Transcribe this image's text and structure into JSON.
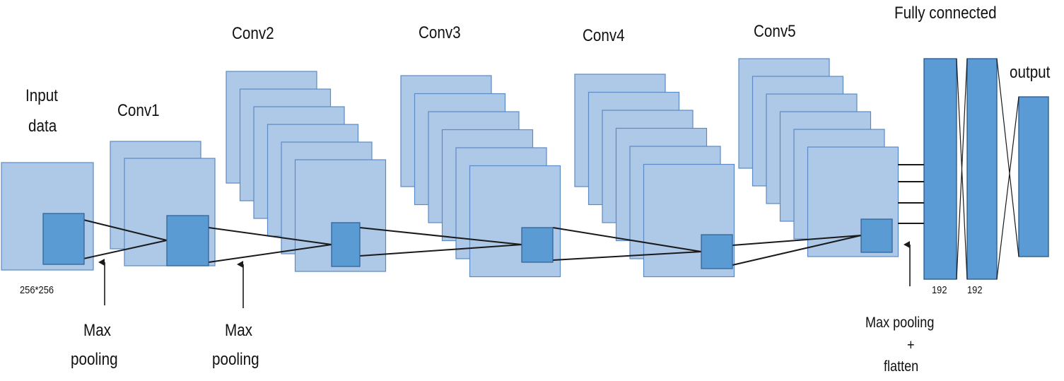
{
  "colors": {
    "map_fill": "#aec8e8",
    "map_stroke": "#5b8ac4",
    "kernel_fill": "#5a9bd4",
    "kernel_stroke": "#2f5f8f",
    "dense_fill": "#5b9bd5",
    "line": "#1a1a1a"
  },
  "labels": {
    "input_line1": "Input",
    "input_line2": "data",
    "input_size": "256*256",
    "conv1": "Conv1",
    "conv2": "Conv2",
    "conv3": "Conv3",
    "conv4": "Conv4",
    "conv5": "Conv5",
    "fully_connected": "Fully connected",
    "output": "output",
    "pool1_line1": "Max",
    "pool1_line2": "pooling",
    "pool2_line1": "Max",
    "pool2_line2": "pooling",
    "pool3_line1": "Max pooling",
    "pool3_line2": "+",
    "pool3_line3": "flatten",
    "fc1_units": "192",
    "fc2_units": "192"
  }
}
